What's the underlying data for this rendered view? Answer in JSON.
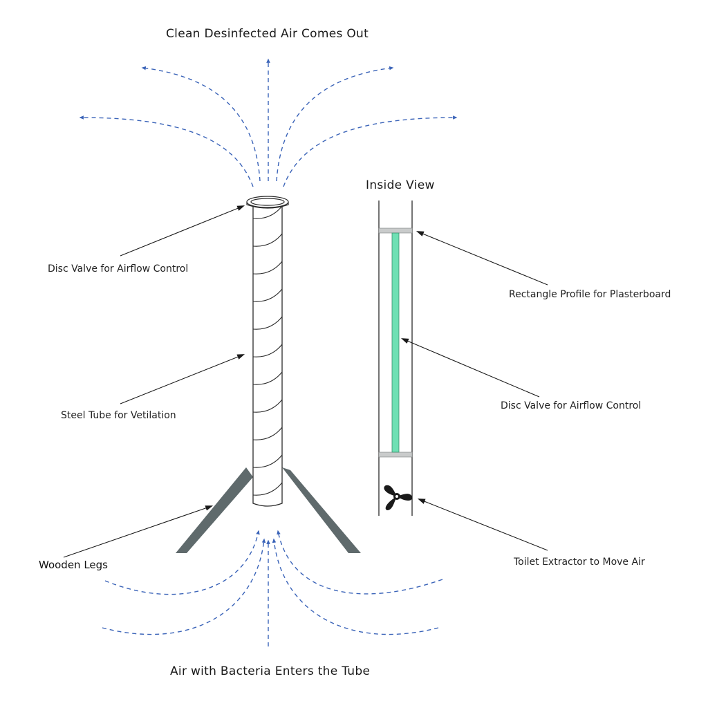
{
  "labels": {
    "top_title": "Clean Desinfected Air Comes Out",
    "bottom_title": "Air with Bacteria Enters the Tube",
    "inside_view": "Inside View",
    "disc_valve_left": "Disc Valve for Airflow Control",
    "steel_tube": "Steel Tube for Vetilation",
    "wooden_legs": "Wooden Legs",
    "rectangle_profile": "Rectangle Profile for Plasterboard",
    "disc_valve_right": "Disc Valve for Airflow Control",
    "toilet_extractor": "Toilet Extractor to Move Air"
  },
  "colors": {
    "airflow": "#3a63b8",
    "legs": "#5f6a6c",
    "uv_lamp": "#6fe0b4",
    "profile": "#c9cbcb",
    "outline": "#2a2a2a"
  },
  "icons": {
    "extractor": "fan-icon"
  }
}
